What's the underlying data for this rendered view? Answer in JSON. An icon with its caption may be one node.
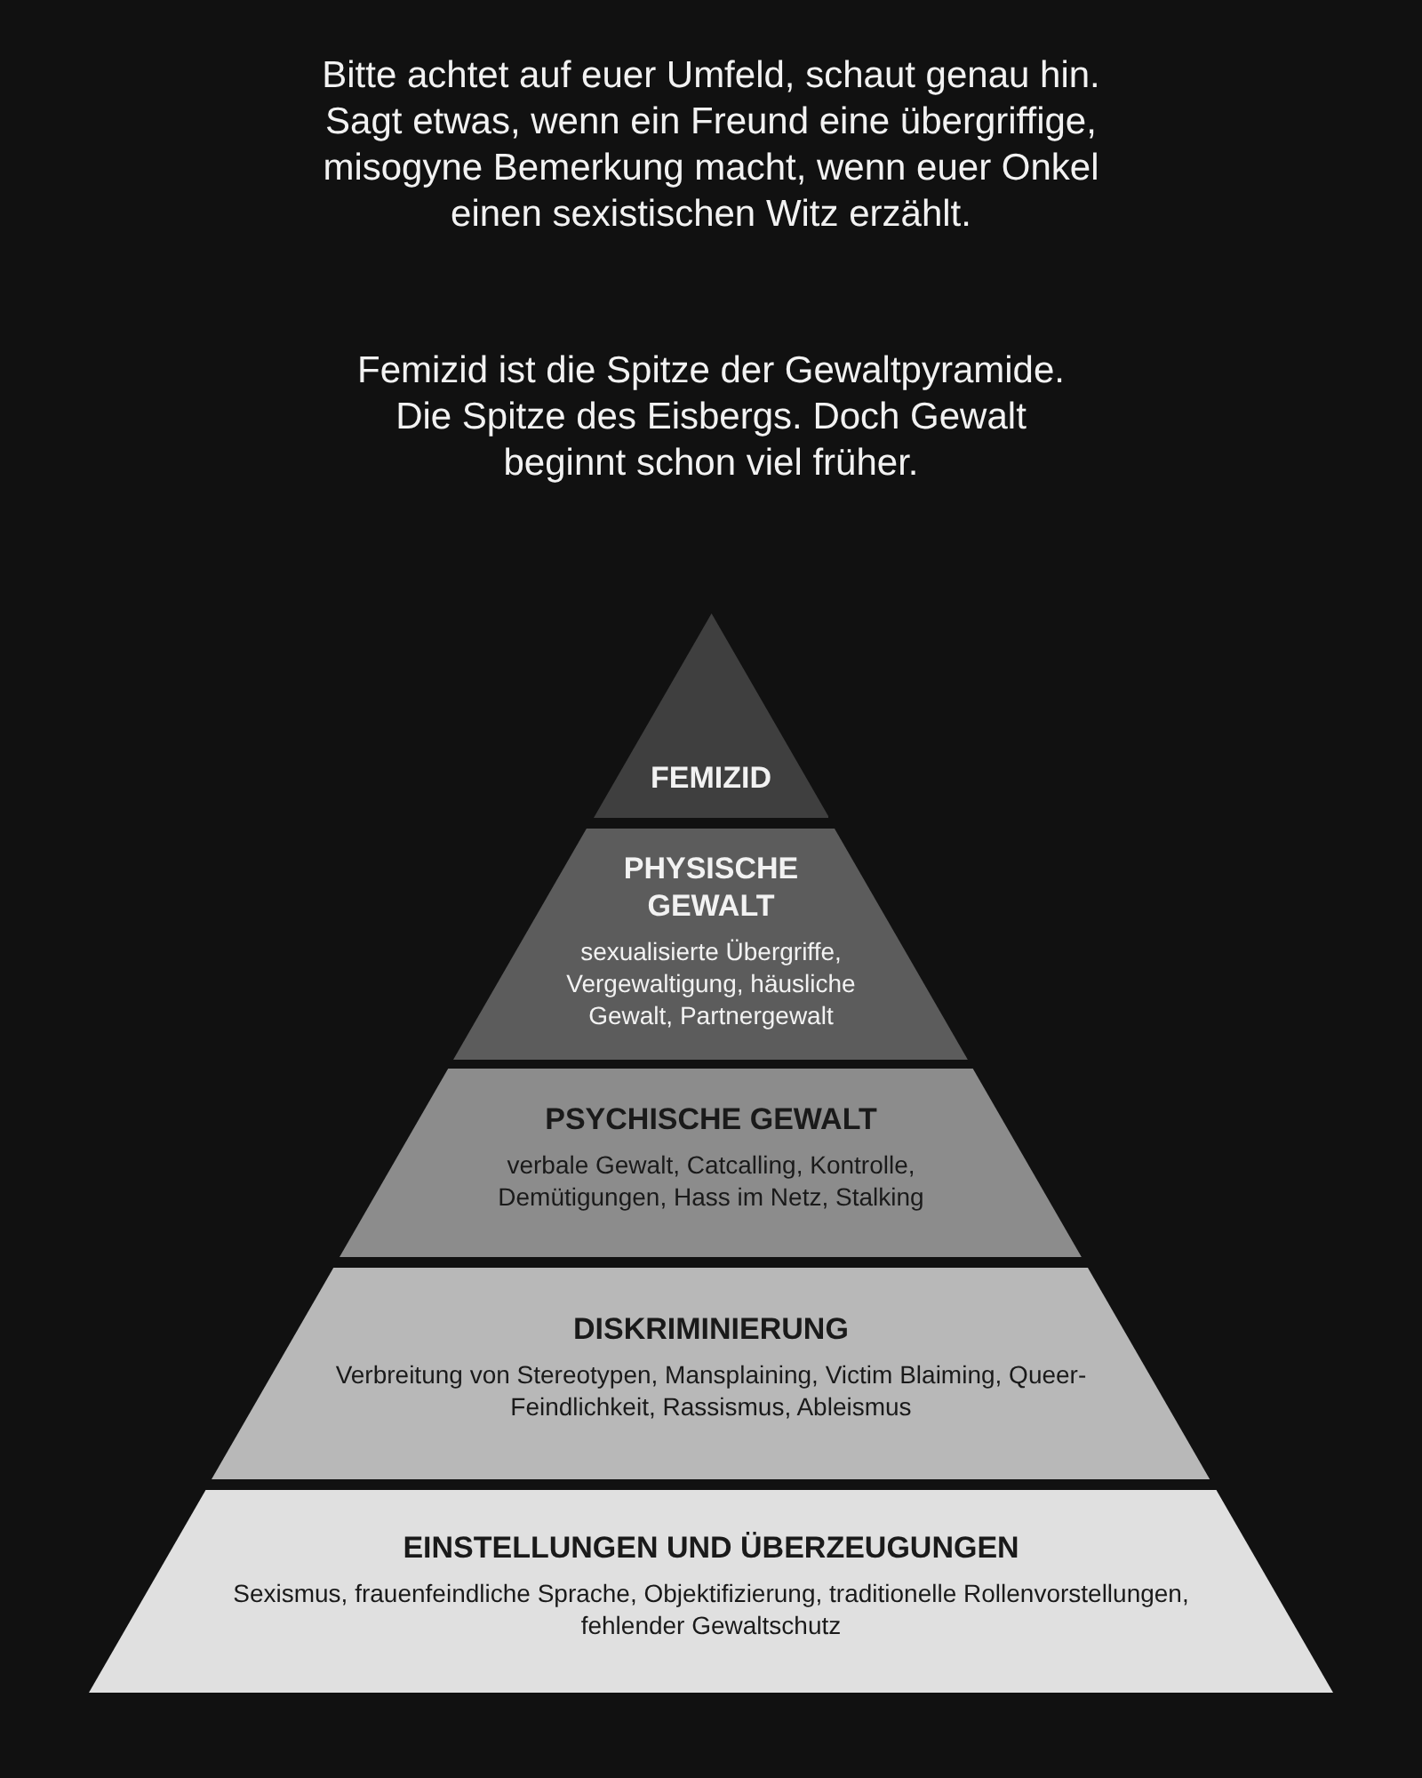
{
  "diagram": {
    "nodes": [
      {
        "text": [
          "FEMIZID"
        ]
      },
      {
        "text": [
          "PHYSISCHE GEWALT",
          "sexualisierte Übergriffe, Vergewaltigung, häusliche Gewalt, Partnergewalt"
        ]
      },
      {
        "text": [
          "PSYCHISCHE GEWALT",
          "verbale Gewalt, Catcalling, Kontrolle, Demütigungen, Hass im Netz, Stalking"
        ]
      },
      {
        "text": [
          "DISKRIMINIERUNG",
          "Verbreitung von Stereotypen, Mansplaining, Victim Blaiming, Queer-Feindlichkeit, Rassismus, Ableismus"
        ]
      },
      {
        "text": [
          "EINSTELLUNGEN UND ÜBERZEUGUNGEN",
          "Sexismus, frauenfeindliche Sprache, Objektifizierung, traditionelle Rollenvorstellungen, fehlender Gewaltschutz"
        ]
      }
    ],
    "edges": [],
    "labels": [
      "Bitte achtet auf euer Umfeld, schaut genau hin. Sagt etwas, wenn ein Freund eine übergriffige, misogyne Bemerkung macht, wenn euer Onkel einen sexistischen Witz erzählt.",
      "Femizid ist die Spitze der Gewaltpyramide. Die Spitze des Eisbergs. Doch Gewalt beginnt schon viel früher."
    ]
  }
}
